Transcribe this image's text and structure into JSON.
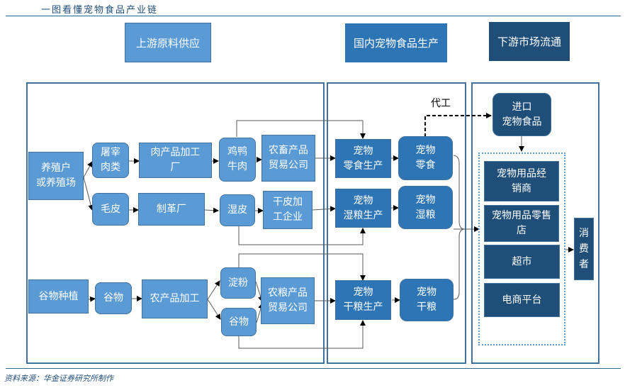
{
  "title": "一图看懂宠物食品产业链",
  "headers": {
    "upstream": "上游原料供应",
    "production": "国内宠物食品生产",
    "downstream": "下游市场流通"
  },
  "upstream": {
    "farm": "养殖户\n或养殖场",
    "slaughter": "屠宰\n肉类",
    "meat_factory": "肉产品加工\n厂",
    "poultry_beef": "鸡鸭\n牛肉",
    "livestock_trade": "农畜产品\n贸易公司",
    "fur": "毛皮",
    "tannery": "制革厂",
    "wet_hide": "湿皮",
    "dry_hide": "干皮加\n工企业",
    "grain_planting": "谷物种植",
    "grain": "谷物",
    "agri_processing": "农产品加工",
    "starch": "淀粉",
    "grain2": "谷物",
    "grain_trade": "农粮产品\n贸易公司"
  },
  "production": {
    "snack_prod": "宠物\n零食生产",
    "snack": "宠物\n零食",
    "wet_prod": "宠物\n湿粮生产",
    "wet": "宠物\n湿粮",
    "dry_prod": "宠物\n干粮生产",
    "dry": "宠物\n干粮",
    "oem_label": "代工"
  },
  "downstream": {
    "import": "进口\n宠物食品",
    "channels": [
      "宠物用品经\n销商",
      "宠物用品零售\n店",
      "超市",
      "电商平台"
    ],
    "consumer": "消\n费\n者"
  },
  "colors": {
    "light": "#5b9bd5",
    "mid": "#2e75b6",
    "dark": "#1f4e79"
  },
  "footer": "资料来源：华金证券研究所制作"
}
